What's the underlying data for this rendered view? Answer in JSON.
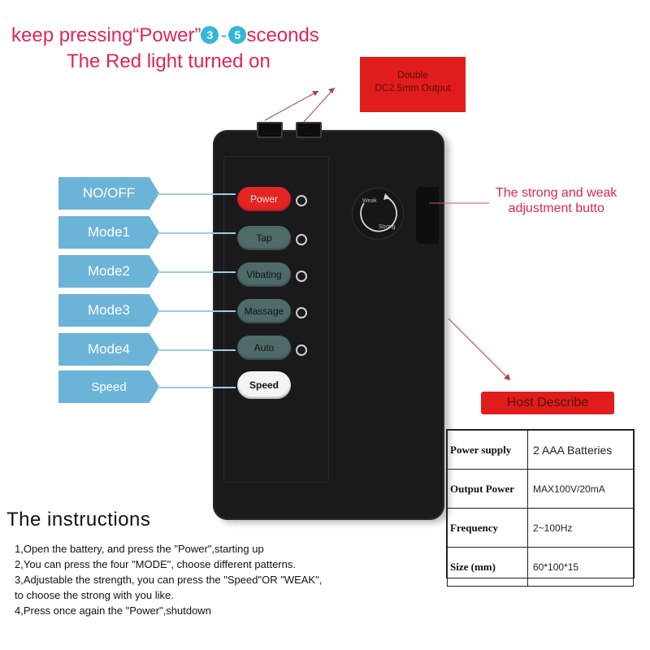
{
  "header": {
    "line1_prefix": "keep pressing“Power”",
    "num_start": "3",
    "dash": "-",
    "num_end": "5",
    "line1_suffix": "sceonds",
    "line2": "The Red light turned on"
  },
  "output_label": {
    "line1": "Double",
    "line2": "DC2.5mm Output"
  },
  "side_labels": [
    "NO/OFF",
    "Mode1",
    "Mode2",
    "Mode3",
    "Mode4",
    "Speed"
  ],
  "device_buttons": [
    "Power",
    "Tap",
    "Vibating",
    "Massage",
    "Auto",
    "Speed"
  ],
  "knob": {
    "weak": "Weak",
    "strong": "Strong"
  },
  "adjust_label": {
    "line1": "The strong and weak",
    "line2": "adjustment butto"
  },
  "host_describe": "Host Describe",
  "spec_table": [
    {
      "key": "Power supply",
      "value": "2 AAA Batteries"
    },
    {
      "key": "Output Power",
      "value": "MAX100V/20mA"
    },
    {
      "key": "Frequency",
      "value": "2~100Hz"
    },
    {
      "key": "Size (mm)",
      "value": "60*100*15"
    }
  ],
  "instructions": {
    "title": "The instructions",
    "lines": [
      "1,Open the battery, and press the \"Power\",starting up",
      "2,You can press the four \"MODE\", choose different patterns.",
      "3,Adjustable the strength, you can press the \"Speed\"OR \"WEAK\",",
      "to choose the strong with you like.",
      "4,Press once again the \"Power\",shutdown"
    ]
  },
  "colors": {
    "accent_red": "#e0245a",
    "label_blue": "#6cb3d8",
    "device_body": "#1a1a1c",
    "badge_red": "#e01c1c"
  }
}
